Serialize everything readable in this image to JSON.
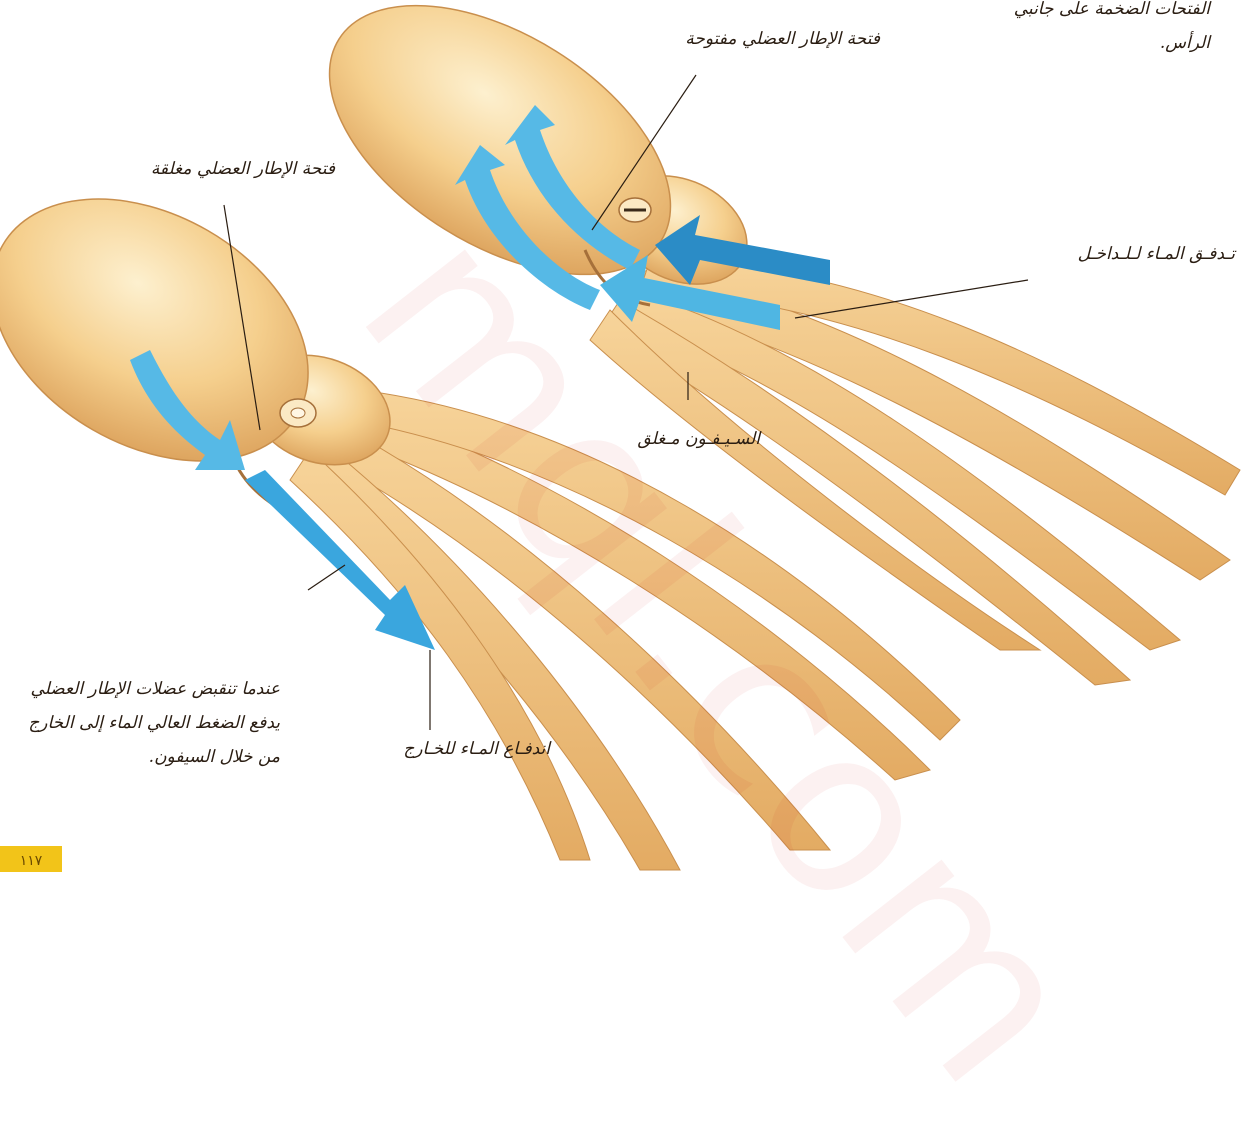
{
  "labels": {
    "top_right_note": "الفتحات الضخمة على جانبي الرأس.",
    "mantle_open": "فتحة الإطار العضلي مفتوحة",
    "mantle_closed": "فتحة الإطار العضلي مغلقة",
    "water_in": "تـدفـق المـاء لـلـداخـل",
    "siphon_closed": "السـيـفـون مـغلق",
    "water_out": "اندفـاع المـاء للخـارج",
    "bottom_note": "عندما تنقبض عضلات الإطار العضلي يدفع الضغط العالي الماء إلى الخارج من خلال السيفون."
  },
  "page_number": "١١٧",
  "watermark": "mql.com",
  "colors": {
    "squid_light": "#fbe0a8",
    "squid_mid": "#f1c07a",
    "squid_dark": "#d89b56",
    "arrow_blue": "#4fb6e3",
    "arrow_dark_blue": "#2b8cc6",
    "page_badge": "#f2c419"
  }
}
